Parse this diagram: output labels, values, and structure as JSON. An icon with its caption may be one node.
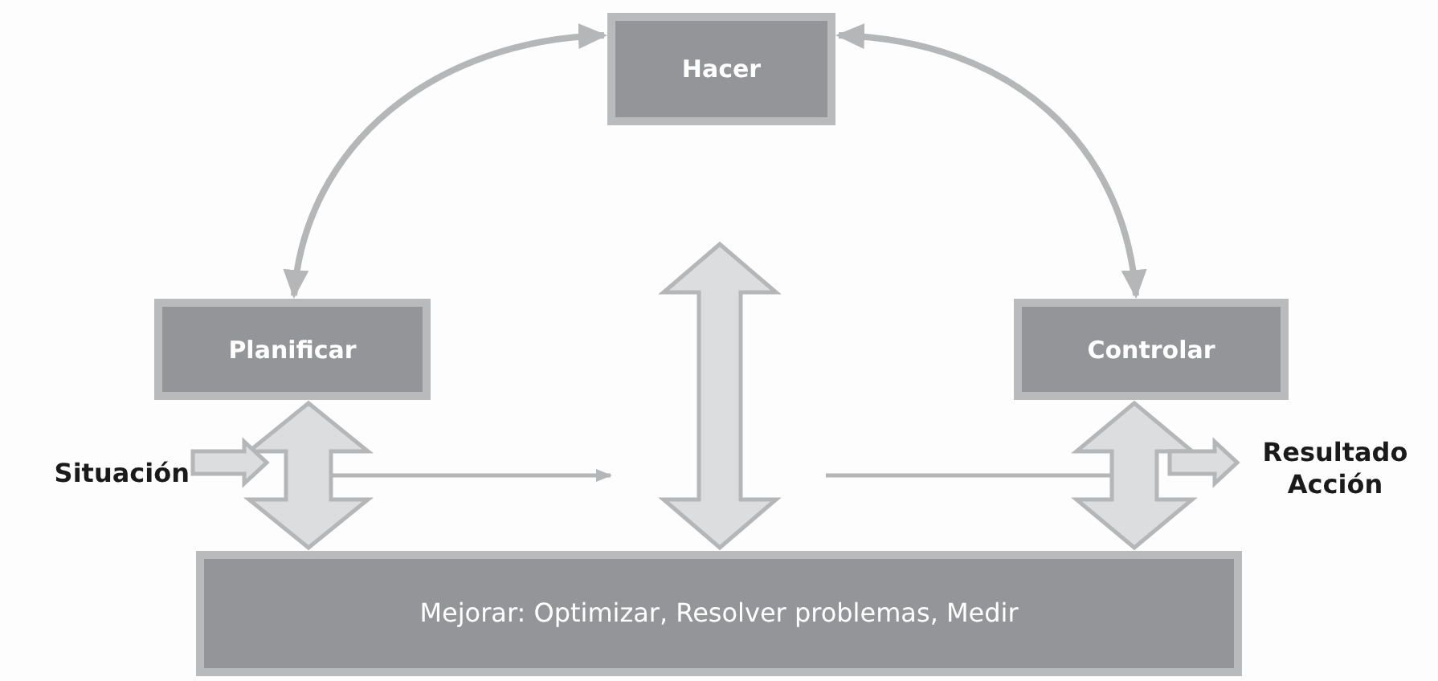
{
  "diagram": {
    "nodes": [
      {
        "text": [
          "Hacer"
        ]
      },
      {
        "text": [
          "Planificar"
        ]
      },
      {
        "text": [
          "Controlar"
        ]
      },
      {
        "text": [
          "Mejorar: Optimizar, Resolver problemas, Medir"
        ]
      },
      {
        "text": [
          "Situación"
        ]
      },
      {
        "text": [
          "Resultado Acción"
        ]
      }
    ],
    "edges": [
      {
        "from": 1,
        "to": 0,
        "arrow": "both"
      },
      {
        "from": 0,
        "to": 2,
        "arrow": "both"
      },
      {
        "from": 1,
        "to": 3,
        "arrow": "both",
        "style": "thick"
      },
      {
        "from": null,
        "to": 3,
        "arrow": "both",
        "style": "thick"
      },
      {
        "from": 2,
        "to": 3,
        "arrow": "both",
        "style": "thick"
      },
      {
        "from": 4,
        "to": null,
        "arrow": "to",
        "style": "thick"
      },
      {
        "from": null,
        "to": 5,
        "arrow": "to",
        "style": "thick"
      }
    ]
  }
}
